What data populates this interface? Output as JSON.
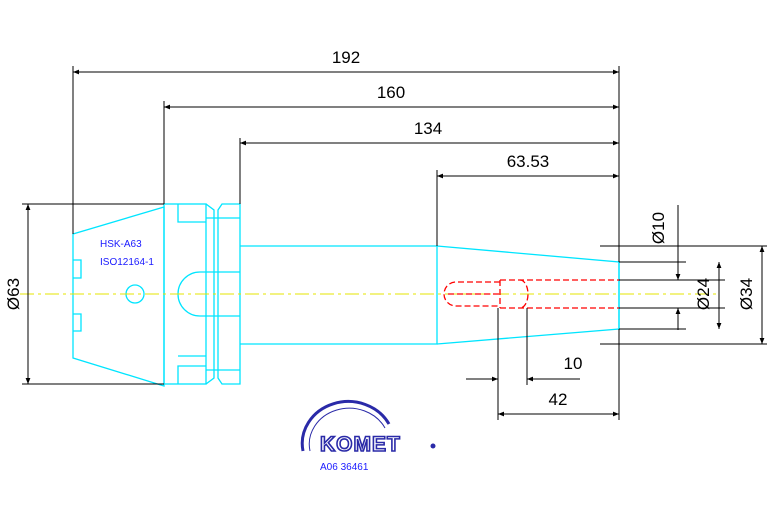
{
  "dimensions": {
    "overall_length": "192",
    "length_2": "160",
    "length_3": "134",
    "length_4": "63.53",
    "length_5": "10",
    "length_6": "42",
    "dia_flange": "Ø63",
    "dia_bore_small": "Ø10",
    "dia_bore": "Ø24",
    "dia_nose": "Ø34"
  },
  "spec_labels": {
    "interface": "HSK-A63",
    "standard": "ISO12164-1"
  },
  "logo": {
    "brand": "KOMET",
    "part_number": "A06 36461"
  },
  "colors": {
    "outline": "#00e5ff",
    "centerline": "#e6e600",
    "hidden": "#ff0000",
    "dimension": "#000000",
    "label": "#1a1aff",
    "logo": "#2a2aa8"
  }
}
